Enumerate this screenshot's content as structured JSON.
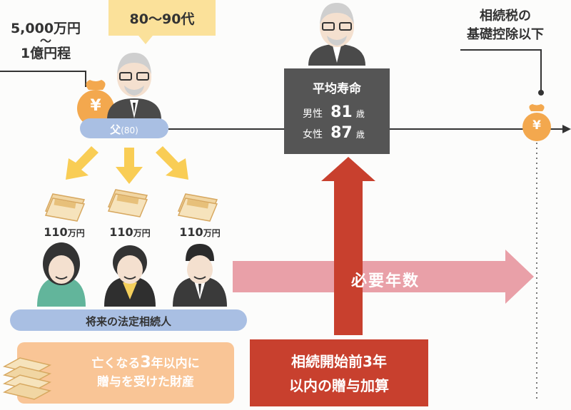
{
  "estate": {
    "amount_line1": "5,000万円",
    "amount_sep": "～",
    "amount_line2": "1億円程"
  },
  "age_range": "80～90代",
  "father": {
    "label": "父",
    "age": "(80)"
  },
  "life_expectancy": {
    "title": "平均寿命",
    "male_label": "男性",
    "male_value": "81",
    "female_label": "女性",
    "female_value": "87",
    "unit": "歳"
  },
  "threshold": {
    "line1": "相続税の",
    "line2": "基礎控除以下"
  },
  "gifts": [
    {
      "num": "110",
      "unit": "万円"
    },
    {
      "num": "110",
      "unit": "万円"
    },
    {
      "num": "110",
      "unit": "万円"
    }
  ],
  "years_needed": "必要年数",
  "heirs_label": "将来の法定相続人",
  "gift_note": {
    "line1a": "亡くなる",
    "line1b": "3",
    "line1c": "年以内に",
    "line2": "贈与を受けた財産"
  },
  "addback": {
    "line1": "相続開始前3年",
    "line2": "以内の贈与加算"
  },
  "yen_symbol": "¥",
  "colors": {
    "orange": "#f3a84e",
    "light_orange": "#f9c596",
    "blue": "#a9bfe3",
    "red": "#c8402e",
    "pink": "#e9a0a8",
    "dark_box": "#555555",
    "yellow_box": "#fbe19a"
  }
}
